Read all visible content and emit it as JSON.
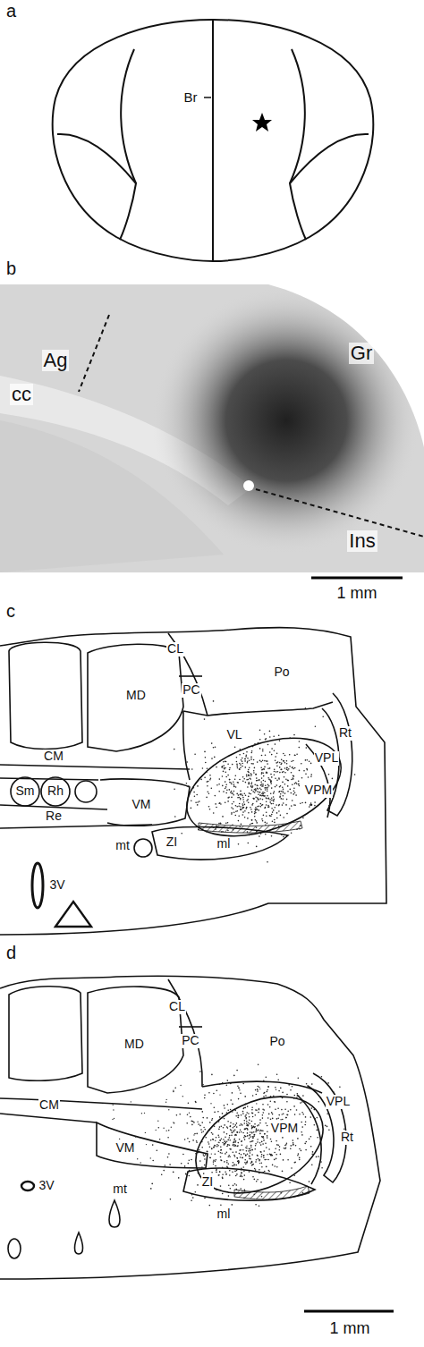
{
  "diagram": {
    "labels": [
      "a",
      "Br",
      "b",
      "Ag",
      "cc",
      "Gr",
      "Ins",
      "1 mm",
      "c",
      "CL",
      "PC",
      "MD",
      "Po",
      "CM",
      "VL",
      "Rt",
      "VPL",
      "VPM",
      "Sm",
      "Rh",
      "Re",
      "VM",
      "mt",
      "ZI",
      "ml",
      "3V",
      "d",
      "CL",
      "PC",
      "MD",
      "Po",
      "CM",
      "VPL",
      "VPM",
      "Rt",
      "VM",
      "3V",
      "mt",
      "ZI",
      "ml",
      "1 mm"
    ]
  }
}
